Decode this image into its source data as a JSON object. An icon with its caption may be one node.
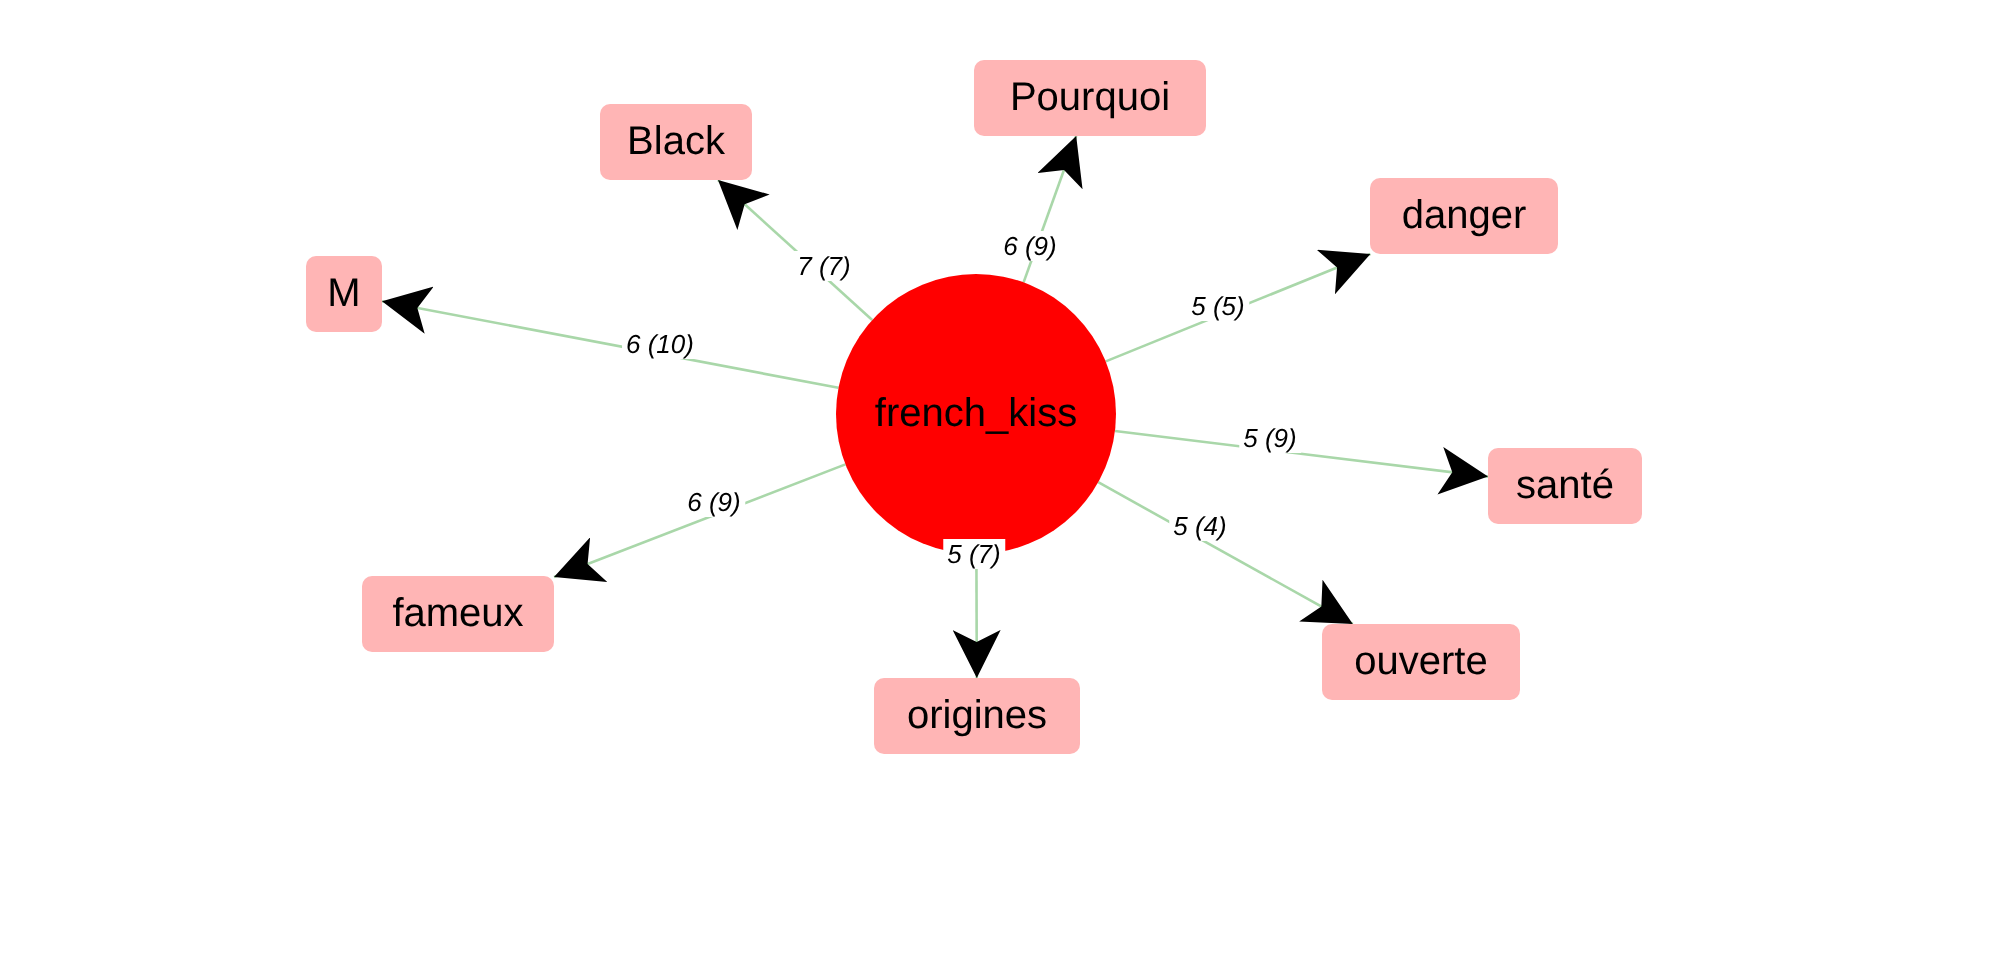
{
  "diagram": {
    "nodes": [
      {
        "text": [
          "french_kiss"
        ]
      },
      {
        "text": [
          "Pourquoi"
        ]
      },
      {
        "text": [
          "Black"
        ]
      },
      {
        "text": [
          "danger"
        ]
      },
      {
        "text": [
          "M"
        ]
      },
      {
        "text": [
          "santé"
        ]
      },
      {
        "text": [
          "fameux"
        ]
      },
      {
        "text": [
          "origines"
        ]
      },
      {
        "text": [
          "ouverte"
        ]
      }
    ],
    "edges": [
      {
        "from": 0,
        "to": 1,
        "arrow": "to",
        "label": "6 (9)"
      },
      {
        "from": 0,
        "to": 2,
        "arrow": "to",
        "label": "7 (7)"
      },
      {
        "from": 0,
        "to": 3,
        "arrow": "to",
        "label": "5 (5)"
      },
      {
        "from": 0,
        "to": 4,
        "arrow": "to",
        "label": "6 (10)"
      },
      {
        "from": 0,
        "to": 5,
        "arrow": "to",
        "label": "5 (9)"
      },
      {
        "from": 0,
        "to": 6,
        "arrow": "to",
        "label": "6 (9)"
      },
      {
        "from": 0,
        "to": 7,
        "arrow": "to",
        "label": "5 (7)"
      },
      {
        "from": 0,
        "to": 8,
        "arrow": "to",
        "label": "5 (4)"
      }
    ]
  }
}
